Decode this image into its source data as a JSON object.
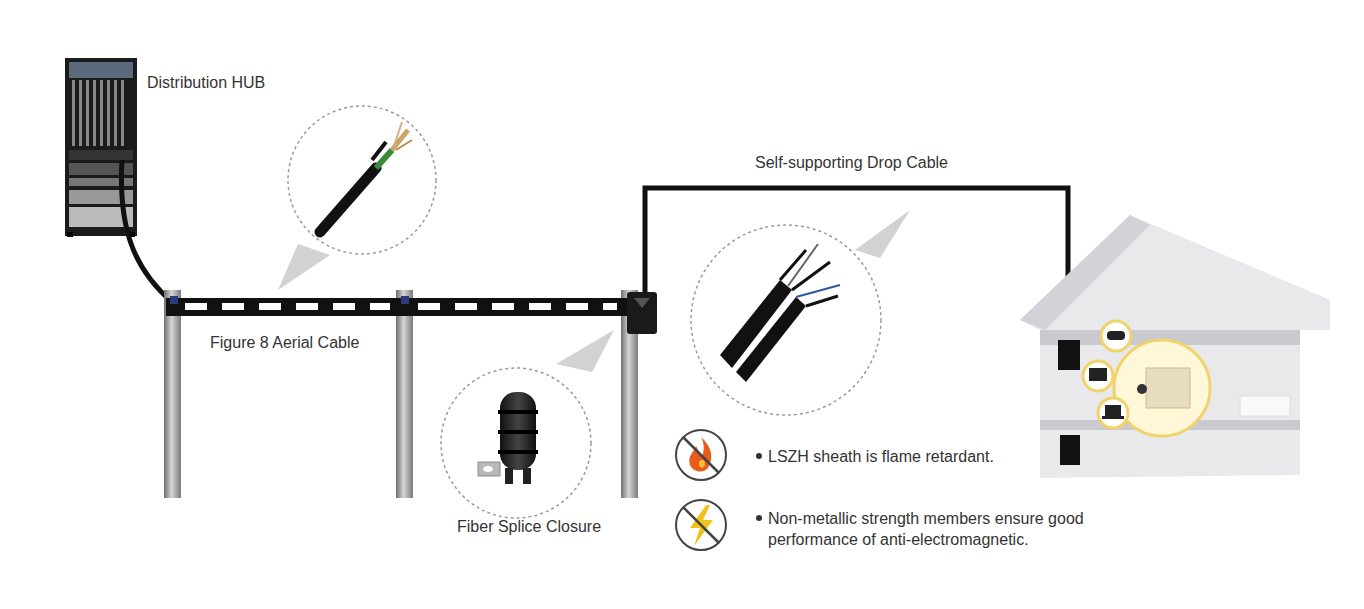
{
  "diagram": {
    "labels": [
      "Distribution HUB",
      "Figure 8 Aerial Cable",
      "Self-supporting Drop Cable",
      "Fiber Splice Closure",
      "LSZH sheath is flame retardant.",
      "Non-metallic strength members ensure good performance of anti-electromagnetic."
    ]
  }
}
